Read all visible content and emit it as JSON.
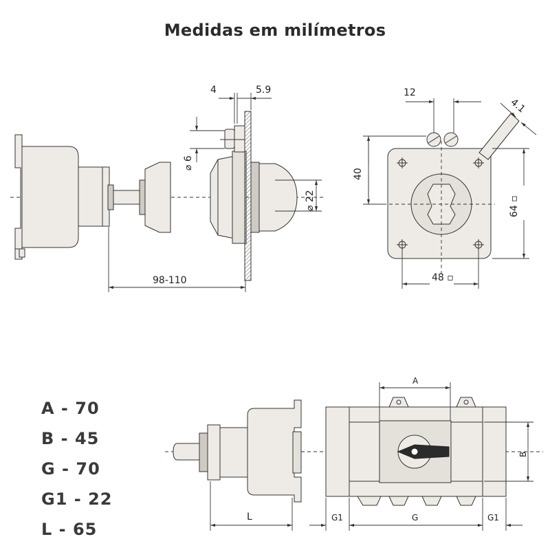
{
  "title": "Medidas em milímetros",
  "dimensions": {
    "side_top_left": "4",
    "side_top_right": "5.9",
    "side_diameter_6": "⌀ 6",
    "side_diameter_22": "⌀ 22",
    "side_length": "98-110",
    "front_spacing": "12",
    "front_slot": "4.1",
    "front_height": "40",
    "front_width": "48 ▫",
    "front_side": "64 ▫",
    "bottom_A": "A",
    "bottom_B": "B",
    "bottom_G": "G",
    "bottom_G1_left": "G1",
    "bottom_G1_right": "G1",
    "bottom_L": "L"
  },
  "legend": [
    "A - 70",
    "B - 45",
    "G - 70",
    "G1 - 22",
    "L - 65"
  ]
}
